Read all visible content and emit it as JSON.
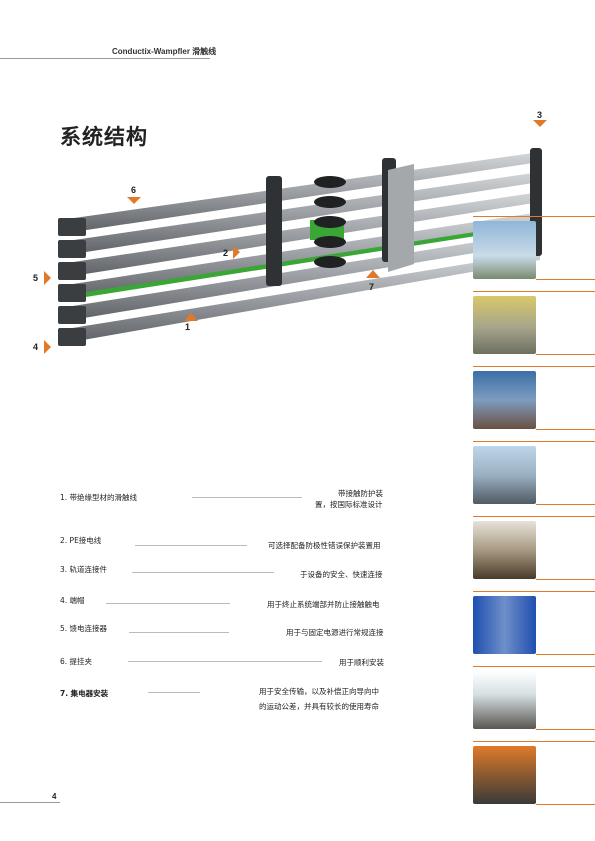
{
  "header": {
    "brand": "Conductix-Wampfler 滑触线"
  },
  "title": "系统结构",
  "markers": [
    "1",
    "2",
    "3",
    "4",
    "5",
    "6",
    "7"
  ],
  "legend": [
    {
      "label": "1.  带绝缘型材的滑触线",
      "desc_lines": [
        "带接触防护装",
        "置，按国际标准设计"
      ]
    },
    {
      "label": "2.  PE接电线",
      "desc_lines": [
        "可选择配备防极性错误保护装置用"
      ]
    },
    {
      "label": "3.  轨道连接件",
      "desc_lines": [
        "于设备的安全、快速连接"
      ]
    },
    {
      "label": "4.  端帽",
      "desc_lines": [
        "用于终止系统端部并防止接触触电"
      ]
    },
    {
      "label": "5.  馈电连接器",
      "desc_lines": [
        "用于与固定电源进行常规连接"
      ]
    },
    {
      "label": "6.  提挂夹",
      "desc_lines": [
        "用于顺利安装"
      ]
    },
    {
      "label": "7. 集电器安装",
      "desc_lines": [
        "用于安全传输，以及补偿正向导向中",
        "的运动公差，并具有较长的使用寿命"
      ]
    }
  ],
  "page_number": "4",
  "colors": {
    "accent": "#e07a2a",
    "rail": "#8a8e92",
    "pe_line": "#3aa635"
  },
  "photos": [
    "ferris-wheel",
    "factory-cranes",
    "port-crane",
    "monorail",
    "machine-yard",
    "warehouse-racks",
    "building-crane",
    "orange-gantry"
  ]
}
